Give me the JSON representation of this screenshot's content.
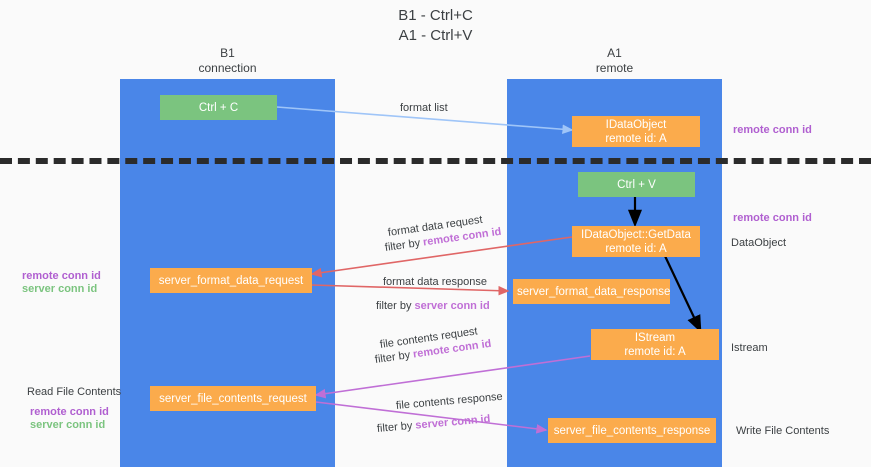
{
  "title": {
    "line1": "B1 - Ctrl+C",
    "line2": "A1 - Ctrl+V"
  },
  "columns": [
    {
      "name": "B1",
      "role": "connection"
    },
    {
      "name": "A1",
      "role": "remote"
    }
  ],
  "nodes": [
    {
      "id": "ctrl-c",
      "label": "Ctrl + C",
      "sublabel": "",
      "color": "#7bc47f"
    },
    {
      "id": "idataobject",
      "label": "IDataObject",
      "sublabel": "remote id: A",
      "color": "#fbab4c"
    },
    {
      "id": "ctrl-v",
      "label": "Ctrl + V",
      "sublabel": "",
      "color": "#7bc47f"
    },
    {
      "id": "getdata",
      "label": "IDataObject::GetData",
      "sublabel": "remote id: A",
      "color": "#fbab4c"
    },
    {
      "id": "server-format-data-request",
      "label": "server_format_data_request",
      "sublabel": "",
      "color": "#fbab4c"
    },
    {
      "id": "server-format-data-response",
      "label": "server_format_data_response",
      "sublabel": "",
      "color": "#fbab4c"
    },
    {
      "id": "istream",
      "label": "IStream",
      "sublabel": "remote id: A",
      "color": "#fbab4c"
    },
    {
      "id": "server-file-contents-request",
      "label": "server_file_contents_request",
      "sublabel": "",
      "color": "#fbab4c"
    },
    {
      "id": "server-file-contents-response",
      "label": "server_file_contents_response",
      "sublabel": "",
      "color": "#fbab4c"
    }
  ],
  "edge_labels": {
    "format_list": "format list",
    "format_data_request": "format data request",
    "format_data_request_filter_prefix": "filter by ",
    "format_data_request_filter_key": "remote conn id",
    "format_data_response": "format data response",
    "format_data_response_filter_prefix": "filter by ",
    "format_data_response_filter_key": "server conn id",
    "file_contents_request": "file contents request",
    "file_contents_request_filter_prefix": "filter by ",
    "file_contents_request_filter_key": "remote conn id",
    "file_contents_response": "file contents response",
    "file_contents_response_filter_prefix": "filter by ",
    "file_contents_response_filter_key": "server conn id"
  },
  "right_labels": [
    {
      "text": "remote conn id",
      "style": "remote"
    },
    {
      "text": "remote conn id",
      "style": "remote"
    },
    {
      "text": "DataObject",
      "style": "plain"
    },
    {
      "text": "Istream",
      "style": "plain"
    },
    {
      "text": "Write File Contents",
      "style": "plain"
    }
  ],
  "left_labels": [
    {
      "text": "remote conn id",
      "style": "remote"
    },
    {
      "text": "server conn id",
      "style": "serverg"
    },
    {
      "text": "Read File Contents",
      "style": "plain"
    },
    {
      "text": "remote conn id",
      "style": "remote"
    },
    {
      "text": "server conn id",
      "style": "serverg"
    }
  ],
  "colors": {
    "lane": "#4a86e8",
    "green": "#7bc47f",
    "orange": "#fbab4c",
    "background": "#fafafa",
    "divider": "#2b2b2b",
    "arrow_blue": "#9fc5f8",
    "arrow_red": "#e06666",
    "arrow_magenta": "#c06fd6",
    "arrow_black": "#000000",
    "keyword_purple": "#c06fd6",
    "keyword_green": "#7bc47f"
  }
}
